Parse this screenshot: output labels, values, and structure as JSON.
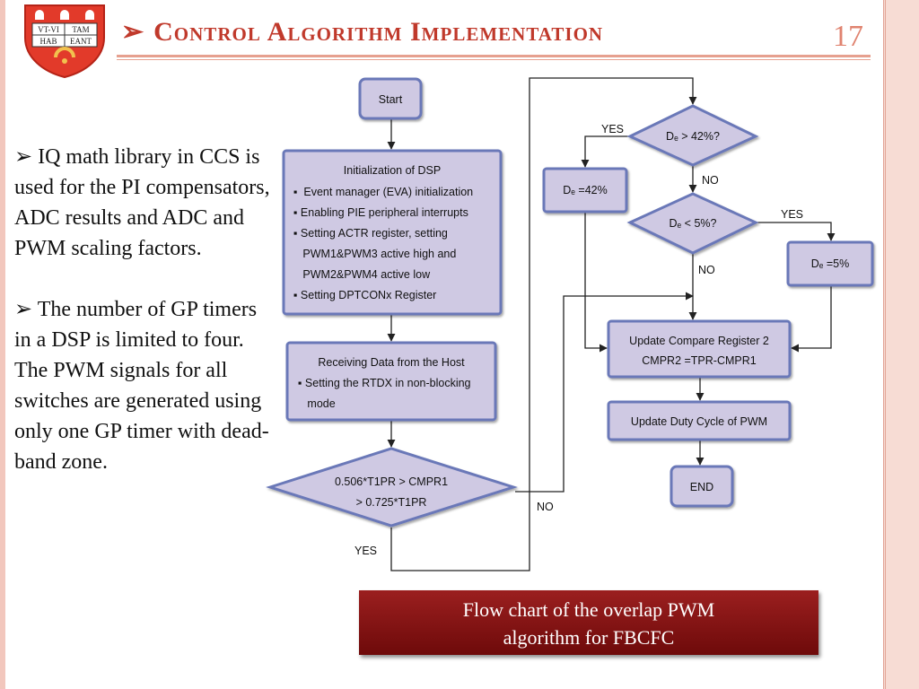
{
  "slide": {
    "title": "Control Algorithm Implementation",
    "number": "17",
    "colors": {
      "accent": "#c0392b",
      "node_fill": "#cfc9e3",
      "node_border": "#6a78b8",
      "caption_bg": "#8b1515"
    }
  },
  "logo": {
    "text_rows": [
      [
        "VT-VI",
        "TAM"
      ],
      [
        "HAB",
        "EANT"
      ]
    ]
  },
  "bullets": [
    "IQ math library in CCS is used for the PI compensators, ADC results and ADC and PWM scaling factors.",
    "The number of  GP timers in a DSP is limited to four. The PWM signals for all switches are generated using only one GP timer with dead-band zone."
  ],
  "flowchart": {
    "start": "Start",
    "init": {
      "title": "Initialization of DSP",
      "items": [
        "▪  Event manager (EVA) initialization",
        "▪ Enabling PIE peripheral interrupts",
        "▪ Setting ACTR register, setting",
        "   PWM1&PWM3 active high and",
        "   PWM2&PWM4 active low",
        "▪ Setting DPTCONx Register"
      ]
    },
    "receive": {
      "title": "Receiving Data from the Host",
      "items": [
        "▪ Setting the RTDX in non-blocking",
        "   mode"
      ]
    },
    "decision_main": [
      "0.506*T1PR > CMPR1",
      "> 0.725*T1PR"
    ],
    "decision_upper": "Dₑ > 42%?",
    "decision_lower": "Dₑ < 5%?",
    "set_upper": "Dₑ =42%",
    "set_lower": "Dₑ =5%",
    "update_compare": [
      "Update Compare Register 2",
      "CMPR2 =TPR-CMPR1"
    ],
    "update_duty": "Update Duty Cycle of PWM",
    "end": "END",
    "labels": {
      "yes": "YES",
      "no": "NO"
    }
  },
  "caption": [
    "Flow chart of the overlap PWM",
    "algorithm for FBCFC"
  ]
}
